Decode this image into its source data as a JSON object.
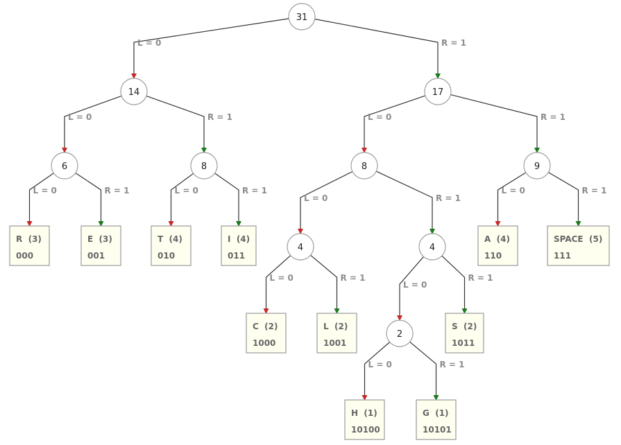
{
  "colors": {
    "left_arrow": "#c62828",
    "right_arrow": "#1b7a1b",
    "leaf_fill": "#fffff0"
  },
  "edge_labels": {
    "left": "L = 0",
    "right": "R = 1"
  },
  "internal_nodes": [
    {
      "id": "root",
      "label": "31"
    },
    {
      "id": "n14",
      "label": "14"
    },
    {
      "id": "n17",
      "label": "17"
    },
    {
      "id": "n6",
      "label": "6"
    },
    {
      "id": "n8a",
      "label": "8"
    },
    {
      "id": "n8b",
      "label": "8"
    },
    {
      "id": "n9",
      "label": "9"
    },
    {
      "id": "n4a",
      "label": "4"
    },
    {
      "id": "n4b",
      "label": "4"
    },
    {
      "id": "n2",
      "label": "2"
    }
  ],
  "leaves": [
    {
      "id": "R",
      "symbol": "R",
      "freq": "(3)",
      "code": "000"
    },
    {
      "id": "E",
      "symbol": "E",
      "freq": "(3)",
      "code": "001"
    },
    {
      "id": "T",
      "symbol": "T",
      "freq": "(4)",
      "code": "010"
    },
    {
      "id": "I",
      "symbol": "I",
      "freq": "(4)",
      "code": "011"
    },
    {
      "id": "C",
      "symbol": "C",
      "freq": "(2)",
      "code": "1000"
    },
    {
      "id": "L",
      "symbol": "L",
      "freq": "(2)",
      "code": "1001"
    },
    {
      "id": "H",
      "symbol": "H",
      "freq": "(1)",
      "code": "10100"
    },
    {
      "id": "G",
      "symbol": "G",
      "freq": "(1)",
      "code": "10101"
    },
    {
      "id": "S",
      "symbol": "S",
      "freq": "(2)",
      "code": "1011"
    },
    {
      "id": "A",
      "symbol": "A",
      "freq": "(4)",
      "code": "110"
    },
    {
      "id": "SPACE",
      "symbol": "SPACE",
      "freq": "(5)",
      "code": "111"
    }
  ],
  "edges": [
    {
      "from": "root",
      "to": "n14",
      "side": "left"
    },
    {
      "from": "root",
      "to": "n17",
      "side": "right"
    },
    {
      "from": "n14",
      "to": "n6",
      "side": "left"
    },
    {
      "from": "n14",
      "to": "n8a",
      "side": "right"
    },
    {
      "from": "n17",
      "to": "n8b",
      "side": "left"
    },
    {
      "from": "n17",
      "to": "n9",
      "side": "right"
    },
    {
      "from": "n6",
      "to": "R",
      "side": "left"
    },
    {
      "from": "n6",
      "to": "E",
      "side": "right"
    },
    {
      "from": "n8a",
      "to": "T",
      "side": "left"
    },
    {
      "from": "n8a",
      "to": "I",
      "side": "right"
    },
    {
      "from": "n8b",
      "to": "n4a",
      "side": "left"
    },
    {
      "from": "n8b",
      "to": "n4b",
      "side": "right"
    },
    {
      "from": "n9",
      "to": "A",
      "side": "left"
    },
    {
      "from": "n9",
      "to": "SPACE",
      "side": "right"
    },
    {
      "from": "n4a",
      "to": "C",
      "side": "left"
    },
    {
      "from": "n4a",
      "to": "L",
      "side": "right"
    },
    {
      "from": "n4b",
      "to": "n2",
      "side": "left"
    },
    {
      "from": "n4b",
      "to": "S",
      "side": "right"
    },
    {
      "from": "n2",
      "to": "H",
      "side": "left"
    },
    {
      "from": "n2",
      "to": "G",
      "side": "right"
    }
  ]
}
